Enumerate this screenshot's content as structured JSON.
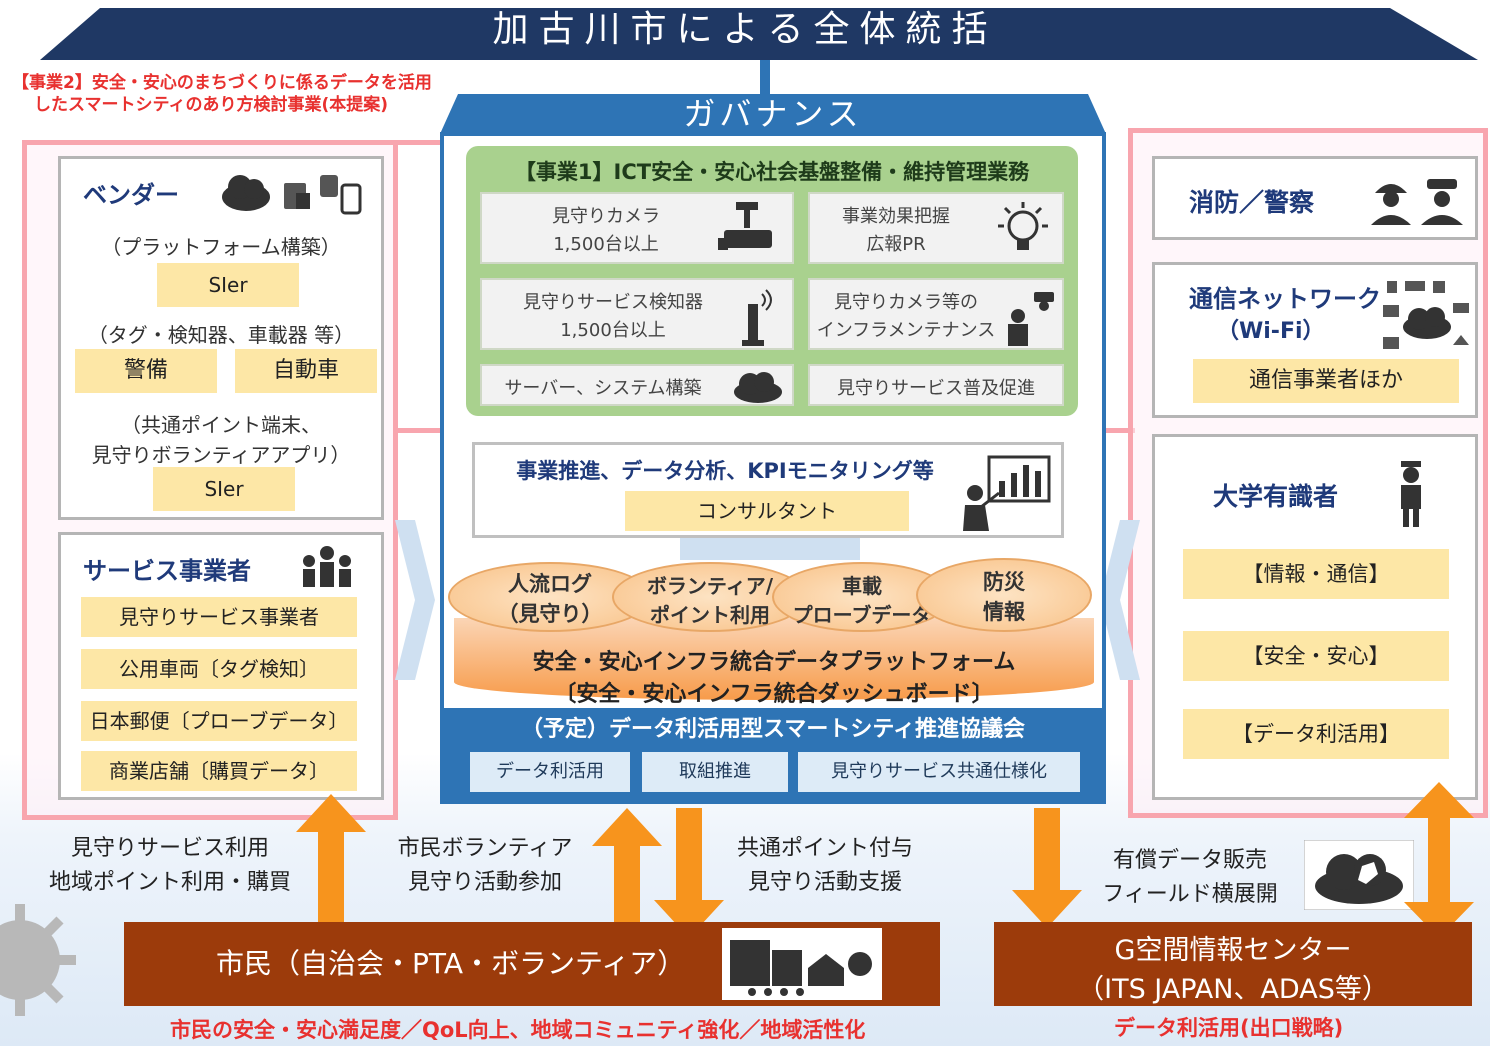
{
  "banner": {
    "title": "加古川市による全体統括"
  },
  "note": {
    "line1": "【事業2】安全・安心のまちづくりに係るデータを活用",
    "line2": "したスマートシティのあり方検討事業(本提案)"
  },
  "vendor": {
    "title": "ベンダー",
    "platform_label": "（プラットフォーム構築）",
    "sier1": "SIer",
    "tag_label": "（タグ・検知器、車載器 等）",
    "security": "警備",
    "car": "自動車",
    "terminal_label1": "（共通ポイント端末、",
    "terminal_label2": "見守りボランティアアプリ）",
    "sier2": "SIer"
  },
  "service": {
    "title": "サービス事業者",
    "items": [
      "見守りサービス事業者",
      "公用車両〔タグ検知〕",
      "日本郵便〔プローブデータ〕",
      "商業店舗〔購買データ〕"
    ]
  },
  "governance": {
    "title": "ガバナンス",
    "project1": "【事業1】ICT安全・安心社会基盤整備・維持管理業務",
    "cells": {
      "camera": [
        "見守りカメラ",
        "1,500台以上"
      ],
      "effect": [
        "事業効果把握",
        "広報PR"
      ],
      "detector": [
        "見守りサービス検知器",
        "1,500台以上"
      ],
      "maintenance": [
        "見守りカメラ等の",
        "インフラメンテナンス"
      ],
      "server": "サーバー、システム構築",
      "promotion": "見守りサービス普及促進"
    },
    "consult_label": "事業推進、データ分析、KPIモニタリング等",
    "consultant": "コンサルタント",
    "ellipses": [
      [
        "人流ログ",
        "（見守り）"
      ],
      [
        "ボランティア/",
        "ポイント利用"
      ],
      [
        "車載",
        "プローブデータ"
      ],
      [
        "防災",
        "情報"
      ]
    ],
    "platform": [
      "安全・安心インフラ統合データプラットフォーム",
      "〔安全・安心インフラ統合ダッシュボード〕"
    ],
    "council": "（予定）データ利活用型スマートシティ推進協議会",
    "council_items": [
      "データ利活用",
      "取組推進",
      "見守りサービス共通仕様化"
    ]
  },
  "right": {
    "fire_police": "消防／警察",
    "network_title": "通信ネットワーク",
    "network_sub": "（Wi-Fi）",
    "network_operator": "通信事業者ほか",
    "experts_title": "大学有識者",
    "experts_items": [
      "【情報・通信】",
      "【安全・安心】",
      "【データ利活用】"
    ]
  },
  "bottom": {
    "left_text1": "見守りサービス利用",
    "left_text2": "地域ポイント利用・購買",
    "mid_text1": "市民ボランティア",
    "mid_text2": "見守り活動参加",
    "right_text1": "共通ポイント付与",
    "right_text2": "見守り活動支援",
    "sales_text1": "有償データ販売",
    "sales_text2": "フィールド横展開",
    "citizen": "市民（自治会・PTA・ボランティア）",
    "gcenter1": "G空間情報センター",
    "gcenter2": "（ITS JAPAN、ADAS等）",
    "footer_left": "市民の安全・安心満足度／QoL向上、地域コミュニティ強化／地域活性化",
    "footer_right": "データ利活用(出口戦略)"
  },
  "colors": {
    "navy": "#1f3864",
    "blue": "#2e74b5",
    "pink": "#f8a5ae",
    "orange": "#f7941d",
    "brown": "#9c3b0b",
    "tan": "#fde7a6",
    "green": "#a9d18e"
  }
}
